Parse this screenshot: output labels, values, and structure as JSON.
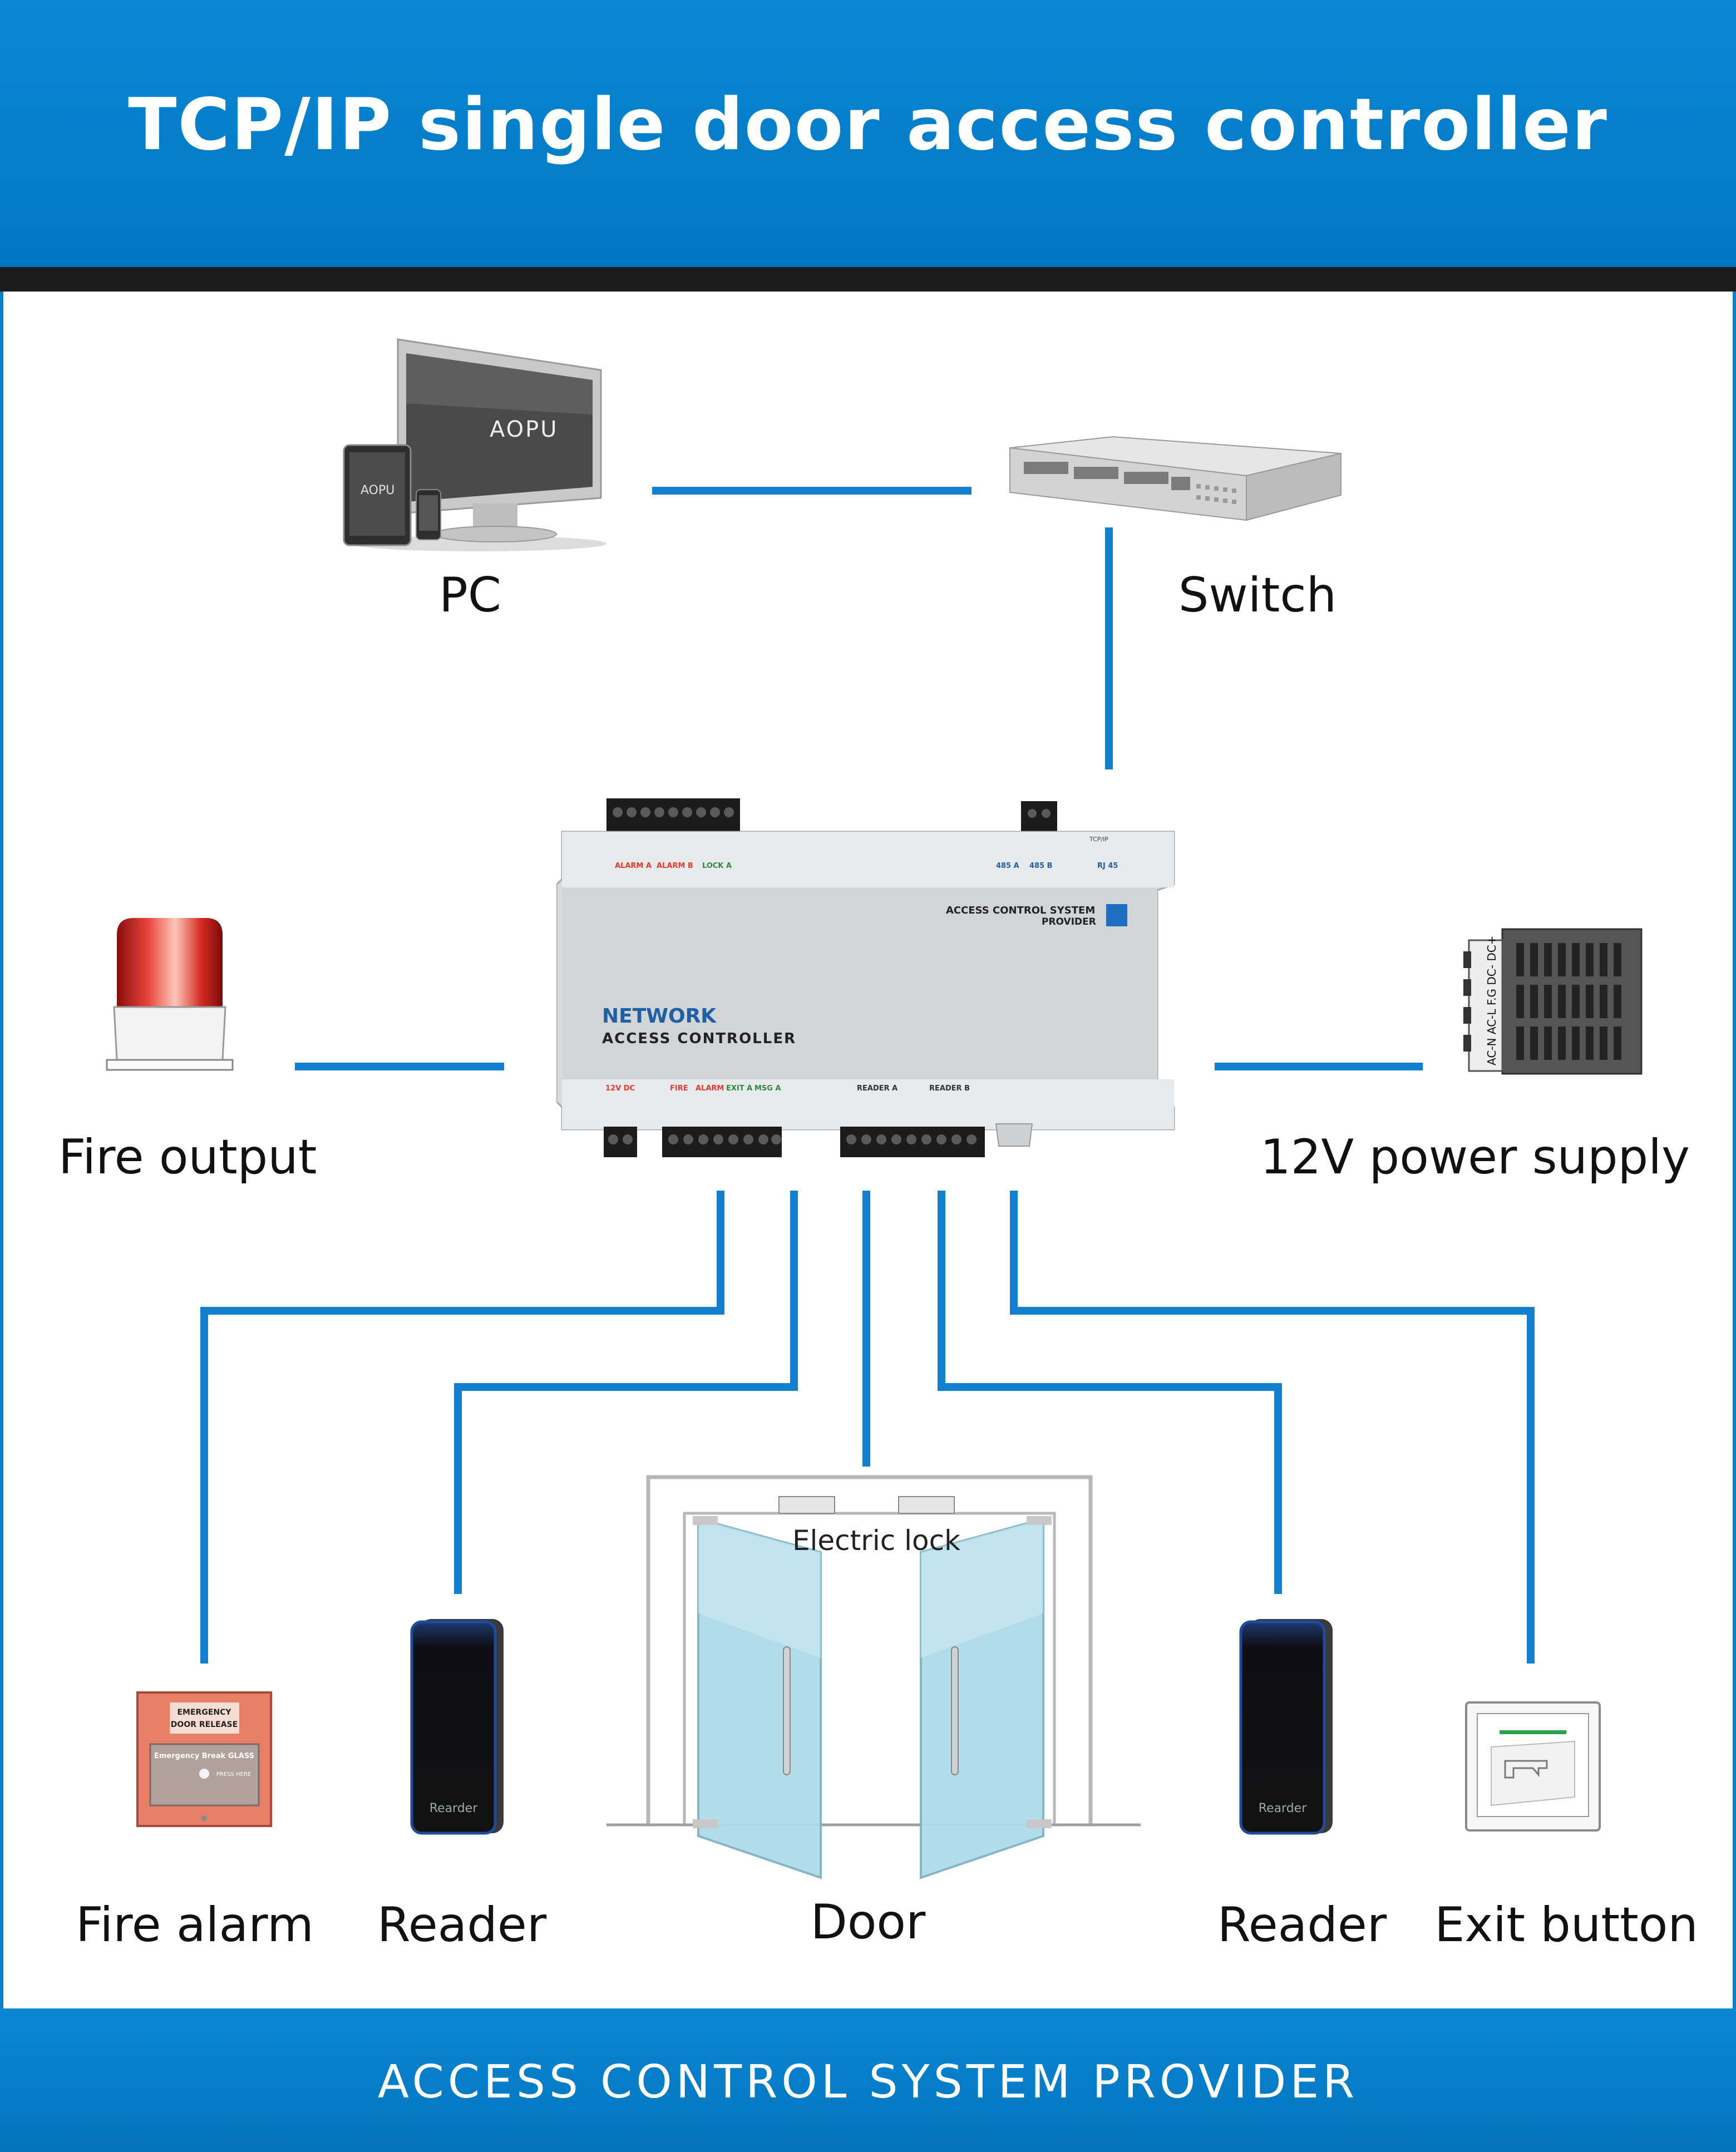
{
  "header": {
    "title": "TCP/IP single door access controller"
  },
  "footer": {
    "text": "ACCESS CONTROL SYSTEM PROVIDER"
  },
  "devices": {
    "pc": {
      "label": "PC",
      "screen_brand": "AOPU"
    },
    "switch": {
      "label": "Switch"
    },
    "fire_output": {
      "label": "Fire output"
    },
    "power_supply": {
      "label": "12V power supply",
      "terminals": [
        "AC-N",
        "AC-L",
        "F.G",
        "DC-",
        "DC+"
      ]
    },
    "fire_alarm": {
      "label": "Fire alarm",
      "sign_line1": "EMERGENCY",
      "sign_line2": "DOOR RELEASE",
      "sign_line3": "Emergency Break GLASS",
      "sign_line4": "PRESS HERE"
    },
    "reader_left": {
      "label": "Reader",
      "device_text": "Rearder"
    },
    "reader_right": {
      "label": "Reader",
      "device_text": "Rearder"
    },
    "door": {
      "label": "Door",
      "lock_label": "Electric lock"
    },
    "exit_button": {
      "label": "Exit button"
    }
  },
  "controller": {
    "brand_line1": "ACCESS CONTROL SYSTEM",
    "brand_line2": "PROVIDER",
    "title_line1": "NETWORK",
    "title_line2": "ACCESS CONTROLLER",
    "top_groups": [
      "ALARM A",
      "ALARM B",
      "LOCK A"
    ],
    "top_ports": [
      "485 A",
      "485 B",
      "RJ 45"
    ],
    "tcp_label": "TCP/IP",
    "bottom_groups": [
      "12V DC",
      "FIRE",
      "ALARM",
      "EXIT A",
      "MSG A",
      "READER A",
      "READER B"
    ]
  },
  "colors": {
    "header_blue": "#0a88d4",
    "line_blue": "#1380cf",
    "dark_bar": "#1c1c1c",
    "controller_title": "#1e5fa6",
    "label_red": "#e53a2b",
    "label_green": "#2d8a3e"
  }
}
